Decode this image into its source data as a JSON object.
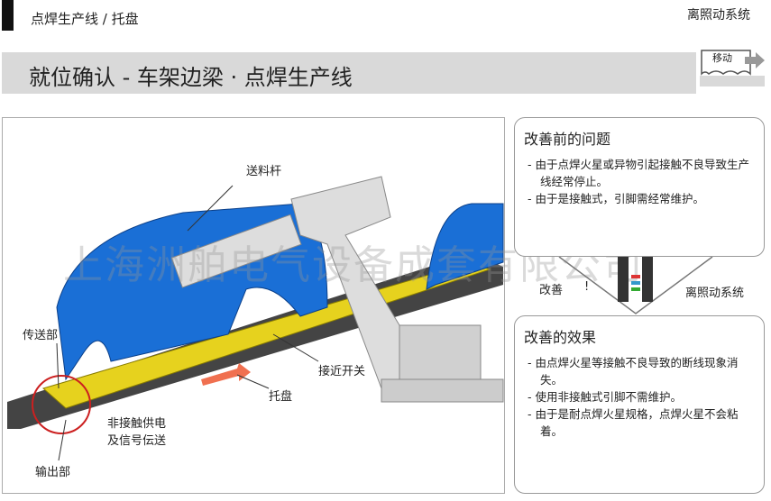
{
  "header": {
    "breadcrumb": "点焊生产线 /  托盘",
    "system": "离照动系统"
  },
  "title": "就位确认 - 车架边梁 · 点焊生产线",
  "move_button": "移动",
  "scene_labels": {
    "feed_bar": "送料杆",
    "transfer": "传送部",
    "proximity_switch": "接近开关",
    "pallet": "托盘",
    "noncontact": "非接触供电",
    "noncontact2": "及信号伝送",
    "output": "输出部"
  },
  "improve_labels": {
    "improve": "改善",
    "excl": "!",
    "system": "离照动系统"
  },
  "before": {
    "heading": "改善前的问题",
    "items": [
      "由于点焊火星或异物引起接触不良导致生产线经常停止。",
      "由于是接触式，引脚需经常维护。"
    ]
  },
  "after": {
    "heading": "改善的效果",
    "items": [
      "由点焊火星等接触不良导致的断线现象消失。",
      "使用非接触式引脚不需维护。",
      "由于是耐点焊火星规格，点焊火星不会粘着。"
    ]
  },
  "watermark": "上海洲舶电气设备成套有限公司",
  "colors": {
    "car": "#1a6fd6",
    "rail": "#e6d21e",
    "robot": "#d8d8d8",
    "arrow": "#f07050",
    "circle": "#cc2020"
  }
}
